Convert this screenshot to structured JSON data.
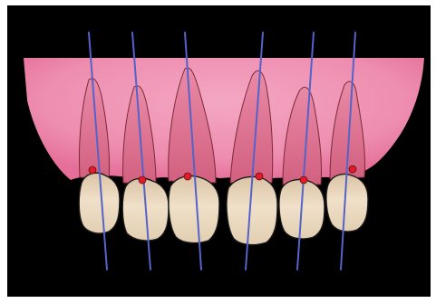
{
  "image": {
    "subject": "dental-illustration",
    "background": "#000000",
    "colors": {
      "gingiva": "#ef8fb2",
      "gingiva_dark": "#e46d98",
      "root": "#dc6f8e",
      "root_outline": "#7a2a3a",
      "tooth": "#ead8bf",
      "tooth_shadow": "#cbb497",
      "tooth_outline": "#1a1a1a",
      "axis_line": "#5563c9",
      "contact_point": "#e01c2a"
    },
    "teeth": [
      {
        "name": "right-canine"
      },
      {
        "name": "right-lateral-incisor"
      },
      {
        "name": "right-central-incisor"
      },
      {
        "name": "left-central-incisor"
      },
      {
        "name": "left-lateral-incisor"
      },
      {
        "name": "left-canine"
      }
    ],
    "axis_count": 6,
    "gingival_zenith_count": 6
  }
}
